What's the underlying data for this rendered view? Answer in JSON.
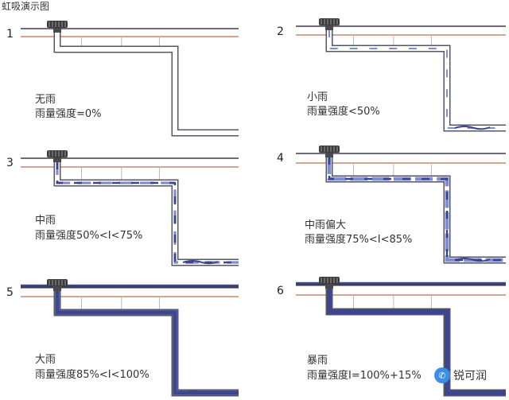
{
  "title": "虹吸演示图",
  "colors": {
    "roof_line": "#3b3b52",
    "gutter_line": "#c8866a",
    "pipe_outline": "#555566",
    "water": "#3c4690",
    "water_light": "#7f8ed0"
  },
  "panels": [
    {
      "num": "1",
      "name": "无雨",
      "intensity": "雨量强度=0%",
      "fill": 0
    },
    {
      "num": "2",
      "name": "小雨",
      "intensity": "雨量强度<50%",
      "fill": 0.2
    },
    {
      "num": "3",
      "name": "中雨",
      "intensity": "雨量强度50%<I<75%",
      "fill": 0.55
    },
    {
      "num": "4",
      "name": "中雨偏大",
      "intensity": "雨量强度75%<I<85%",
      "fill": 0.8
    },
    {
      "num": "5",
      "name": "大雨",
      "intensity": "雨量强度85%<I<100%",
      "fill": 0.95
    },
    {
      "num": "6",
      "name": "暴雨",
      "intensity": "雨量强度I=100%+15%",
      "fill": 1
    }
  ],
  "watermark": {
    "logo_icon": "wechat-icon",
    "text": "锐可润"
  }
}
